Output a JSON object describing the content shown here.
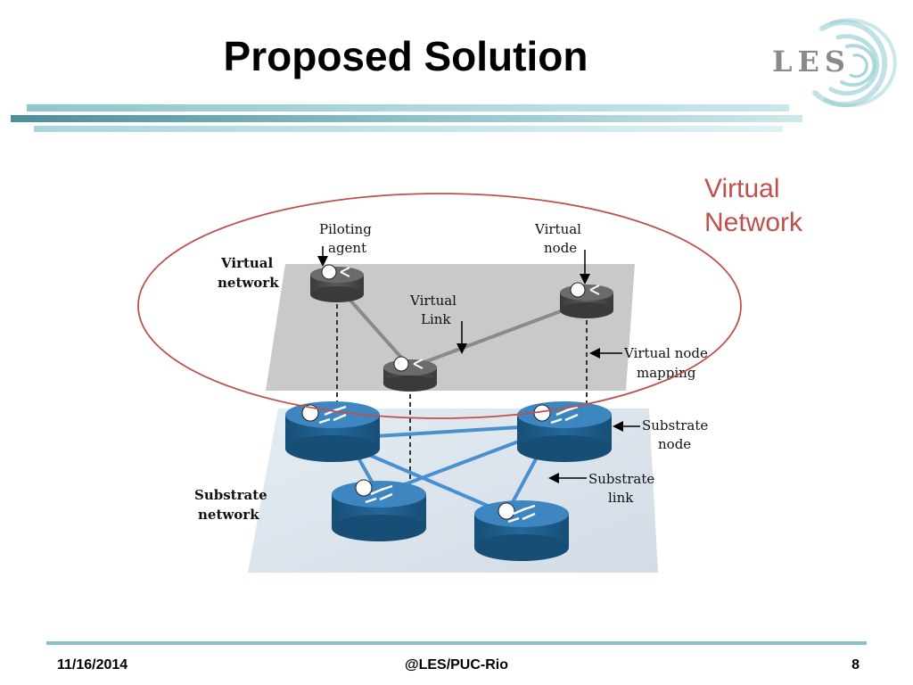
{
  "slide": {
    "title": "Proposed Solution",
    "logo_text": "LES",
    "callout_line1": "Virtual",
    "callout_line2": "Network"
  },
  "diagram": {
    "virtual_layer_line1": "Virtual",
    "virtual_layer_line2": "network",
    "substrate_layer_line1": "Substrate",
    "substrate_layer_line2": "network",
    "piloting_agent_line1": "Piloting",
    "piloting_agent_line2": "agent",
    "virtual_node_line1": "Virtual",
    "virtual_node_line2": "node",
    "virtual_link_line1": "Virtual",
    "virtual_link_line2": "Link",
    "mapping_line1": "Virtual node",
    "mapping_line2": "mapping",
    "substrate_node_line1": "Substrate",
    "substrate_node_line2": "node",
    "substrate_link_line1": "Substrate",
    "substrate_link_line2": "link"
  },
  "colors": {
    "accent_red": "#c0504d",
    "teal": "#4b8f98",
    "substrate_blue": "#1f5f8b",
    "link_blue": "#4a90d0"
  },
  "footer": {
    "date": "11/16/2014",
    "center": "@LES/PUC-Rio",
    "page": "8"
  }
}
